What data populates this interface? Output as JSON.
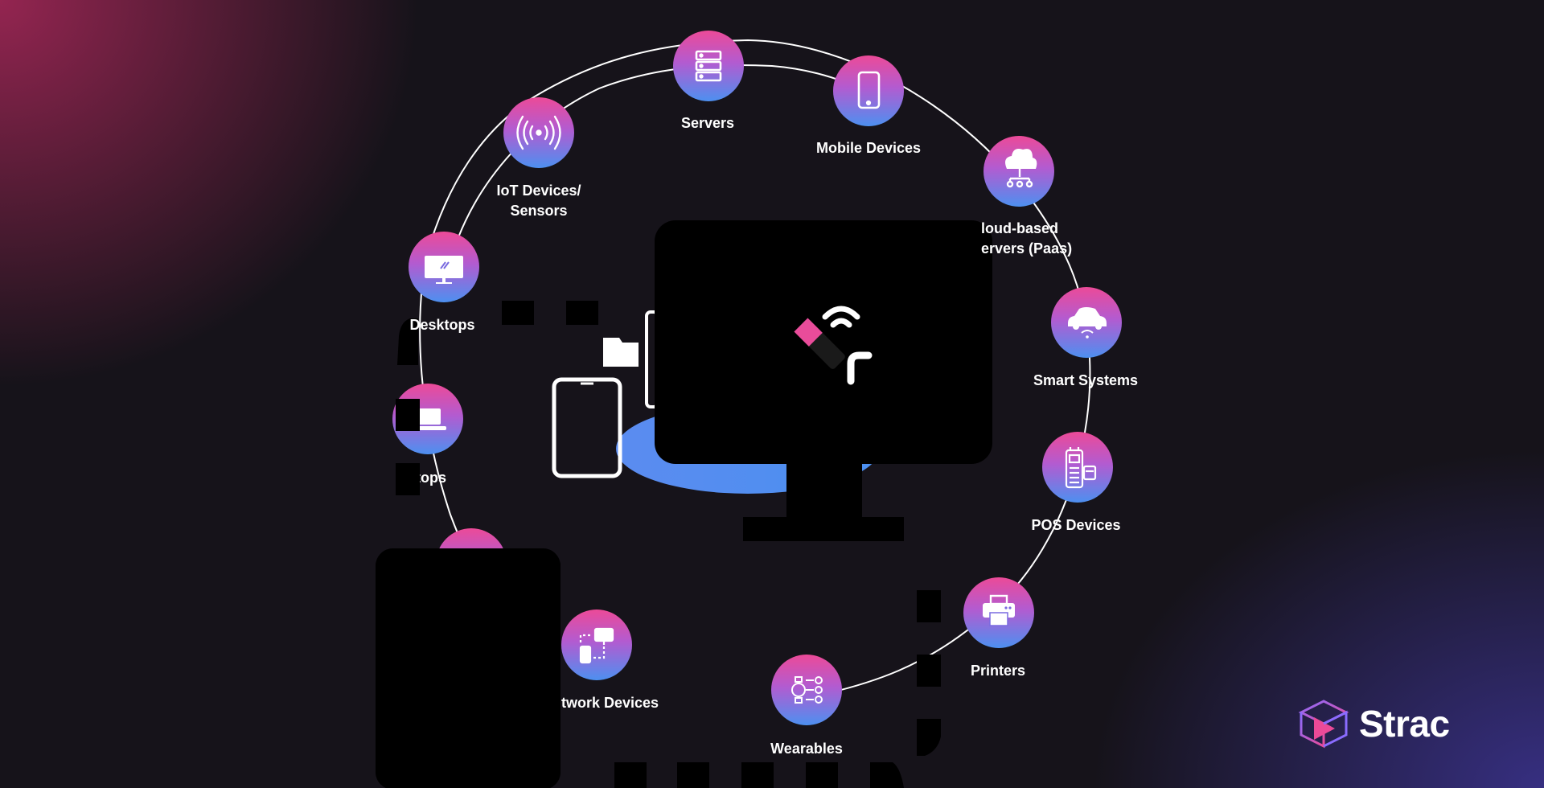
{
  "nodes": [
    {
      "id": "servers",
      "label": "Servers",
      "icon": "server-icon"
    },
    {
      "id": "mobile",
      "label": "Mobile Devices",
      "icon": "mobile-phone-icon"
    },
    {
      "id": "cloud",
      "label": "loud-based\nervers (Paas)",
      "icon": "cloud-network-icon"
    },
    {
      "id": "smart",
      "label": "Smart Systems",
      "icon": "smart-car-icon"
    },
    {
      "id": "pos",
      "label": "POS Devices",
      "icon": "pos-terminal-icon"
    },
    {
      "id": "printers",
      "label": "Printers",
      "icon": "printer-icon"
    },
    {
      "id": "wearables",
      "label": "Wearables",
      "icon": "smartwatch-icon"
    },
    {
      "id": "network",
      "label": "twork Devices",
      "icon": "network-devices-icon"
    },
    {
      "id": "laptops",
      "label": "otops",
      "icon": "laptop-icon"
    },
    {
      "id": "desktops",
      "label": "Desktops",
      "icon": "desktop-icon"
    },
    {
      "id": "iot",
      "label": "IoT Devices/\nSensors",
      "icon": "wireless-signal-icon"
    }
  ],
  "center": {
    "icon": "cloud-devices-icon"
  },
  "brand": {
    "name": "Strac",
    "icon": "strac-logo-icon"
  },
  "colors": {
    "gradient_top": "#e94c9a",
    "gradient_bottom": "#4f8cf0",
    "ring": "#ffffff"
  }
}
